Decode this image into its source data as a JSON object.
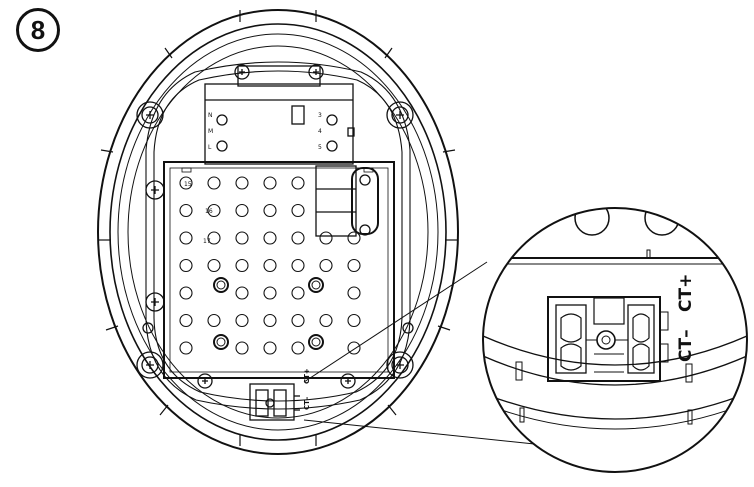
{
  "step": {
    "number": "8"
  },
  "diagram": {
    "terminal_labels": [
      "CT–",
      "CT+"
    ],
    "pcb_markings": [
      "15",
      "16",
      "17"
    ],
    "relay_pins": [
      "N",
      "M",
      "L",
      "3",
      "4",
      "5"
    ]
  }
}
